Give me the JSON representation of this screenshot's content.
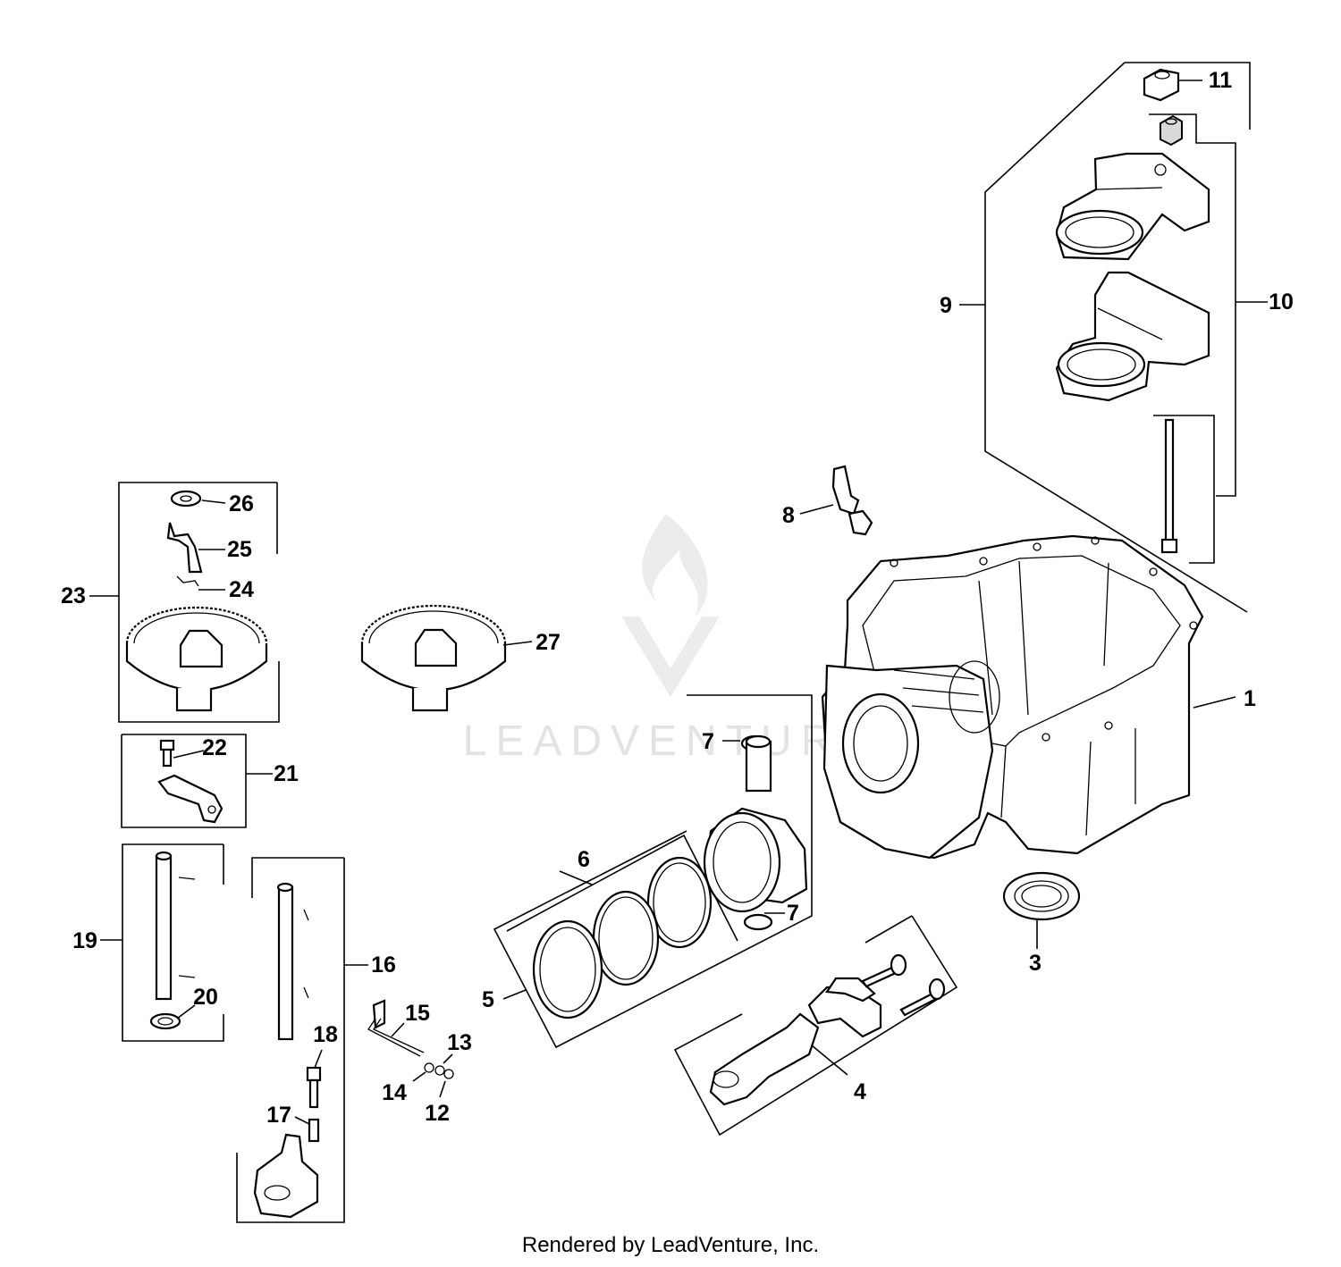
{
  "watermark": "LEADVENTURE",
  "footer": "Rendered by LeadVenture, Inc.",
  "callouts": {
    "c1": "1",
    "c3": "3",
    "c4": "4",
    "c5": "5",
    "c6": "6",
    "c7a": "7",
    "c7b": "7",
    "c8": "8",
    "c9": "9",
    "c10": "10",
    "c11": "11",
    "c12": "12",
    "c13": "13",
    "c14": "14",
    "c15": "15",
    "c16": "16",
    "c17": "17",
    "c18": "18",
    "c19": "19",
    "c20": "20",
    "c21": "21",
    "c22": "22",
    "c23": "23",
    "c24": "24",
    "c25": "25",
    "c26": "26",
    "c27": "27"
  }
}
